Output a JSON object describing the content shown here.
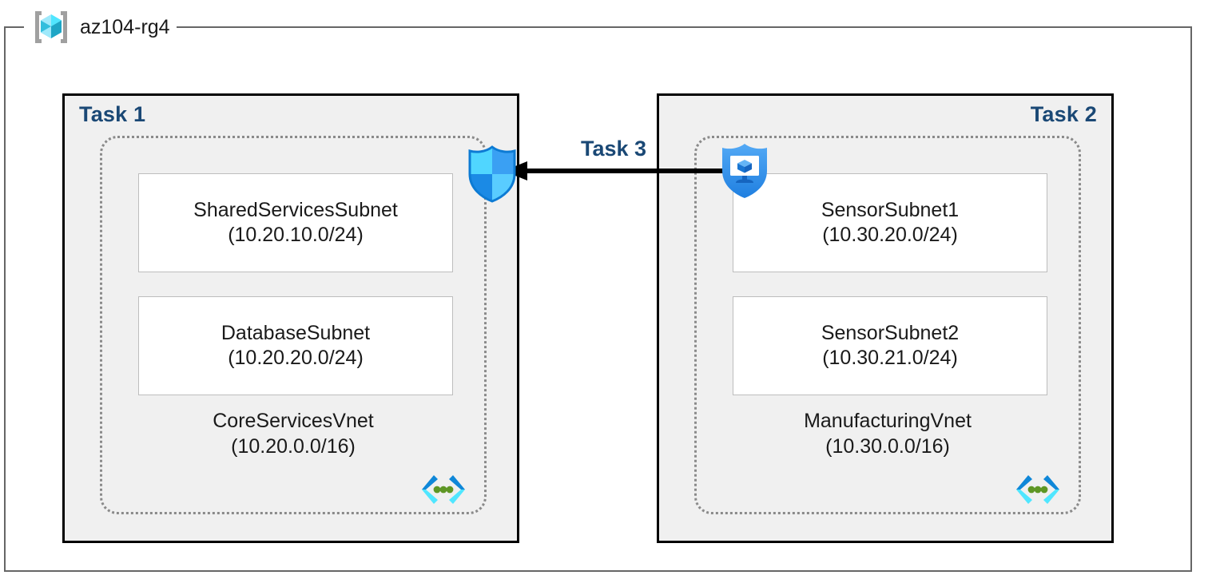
{
  "resource_group": {
    "name": "az104-rg4",
    "icon": "resource-group-cube-icon"
  },
  "colors": {
    "task_label": "#1a4875",
    "container_fill": "#f0f0f0",
    "container_border": "#000000",
    "vnet_dotted_border": "#8a8a8a",
    "subnet_border": "#bdbdbd",
    "arrow": "#000000",
    "azure_blue": "#0078d4",
    "cyan": "#50e6ff",
    "green_dot": "#5e9624"
  },
  "tasks": [
    {
      "label": "Task 1",
      "align": "left",
      "vnet": {
        "name": "CoreServicesVnet",
        "cidr": "(10.20.0.0/16)",
        "icon": "vnet-brackets-icon",
        "subnets": [
          {
            "name": "SharedServicesSubnet",
            "cidr": "(10.20.10.0/24)"
          },
          {
            "name": "DatabaseSubnet",
            "cidr": "(10.20.20.0/24)"
          }
        ]
      }
    },
    {
      "label": "Task 2",
      "align": "right",
      "vnet": {
        "name": "ManufacturingVnet",
        "cidr": "(10.30.0.0/16)",
        "icon": "vnet-brackets-icon",
        "subnets": [
          {
            "name": "SensorSubnet1",
            "cidr": "(10.30.20.0/24)"
          },
          {
            "name": "SensorSubnet2",
            "cidr": "(10.30.21.0/24)"
          }
        ]
      }
    }
  ],
  "connection": {
    "label": "Task 3",
    "direction": "right-to-left",
    "source_icon": "bastion-shield-monitor-icon",
    "target_icon": "firewall-shield-icon"
  }
}
